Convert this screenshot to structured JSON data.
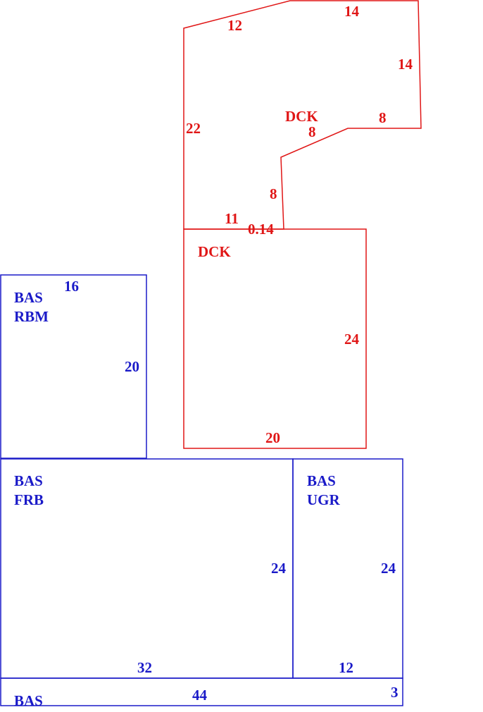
{
  "colors": {
    "basement": "#1a1ac8",
    "deck": "#e01616"
  },
  "areas": {
    "bas_rbm": {
      "code": "BAS",
      "name": "RBM",
      "width": "16",
      "depth": "20"
    },
    "bas_frb": {
      "code": "BAS",
      "name": "FRB",
      "width": "32",
      "depth": "24"
    },
    "bas_ugr": {
      "code": "BAS",
      "name": "UGR",
      "width": "12",
      "depth": "24"
    },
    "bas_strip": {
      "code": "BAS",
      "width": "44",
      "depth": "3"
    },
    "dck_lower": {
      "code": "DCK",
      "width": "20",
      "depth": "24",
      "top_left": "11",
      "top_jog": "0.14"
    },
    "dck_upper": {
      "code": "DCK",
      "top_diag": "12",
      "top": "14",
      "right": "14",
      "step_top": "8",
      "step_diag": "8",
      "step_down": "8",
      "left": "22"
    }
  }
}
